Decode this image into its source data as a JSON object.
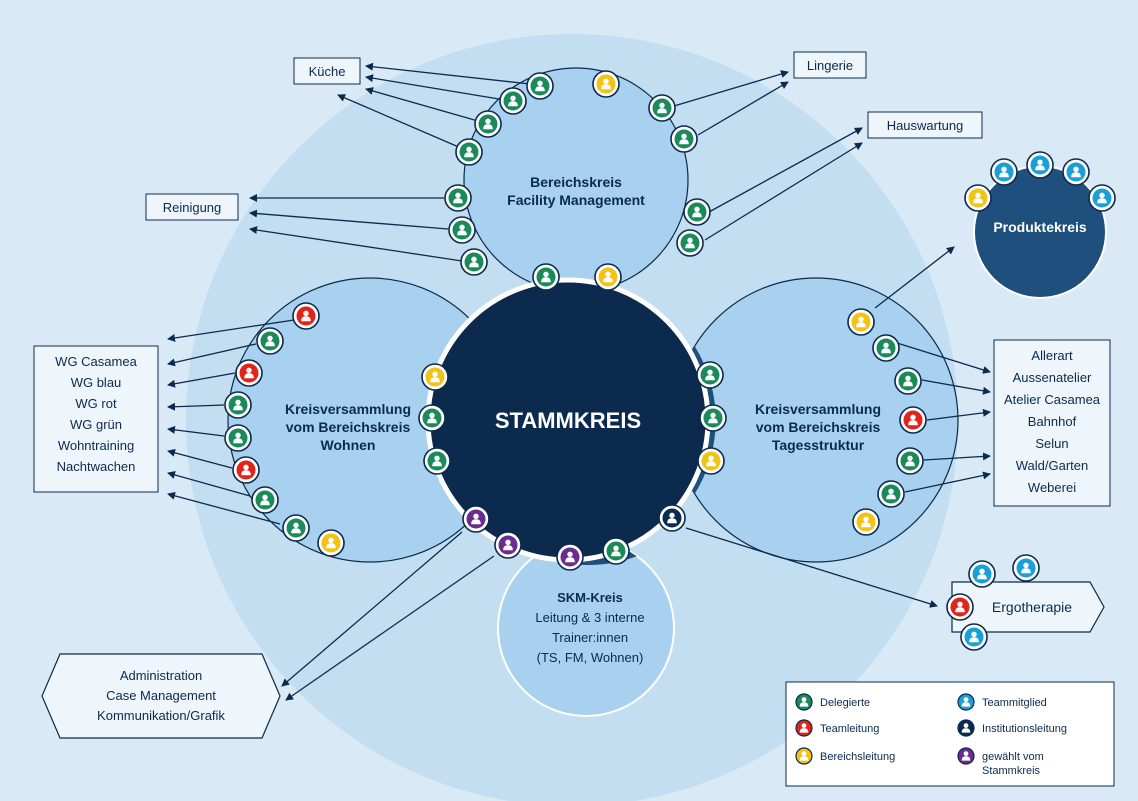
{
  "colors": {
    "page_bg": "#d9e9f5",
    "big_circle": "#c3ddf1",
    "sub_circle": "#a8d0ef",
    "stammkreis": "#0b2a4e",
    "overlap": "#1f4f7c",
    "produkt": "#1f4f7c",
    "line": "#0b2a4e",
    "box_fill": "#eef5fb",
    "green": "#1a8a5a",
    "red": "#e2231a",
    "yellow": "#f2c317",
    "blue": "#1aa0d8",
    "navy": "#0b2a4e",
    "purple": "#6b2c8f"
  },
  "center": {
    "title": "STAMMKREIS"
  },
  "circles": {
    "facility": {
      "line1": "Bereichskreis",
      "line2": "Facility Management"
    },
    "wohnen": {
      "line1": "Kreisversammlung",
      "line2": "vom Bereichskreis",
      "line3": "Wohnen"
    },
    "tages": {
      "line1": "Kreisversammlung",
      "line2": "vom Bereichskreis",
      "line3": "Tagesstruktur"
    },
    "skm": {
      "line1": "SKM-Kreis",
      "line2": "Leitung & 3 interne",
      "line3": "Trainer:innen",
      "line4": "(TS, FM, Wohnen)"
    },
    "produkt": {
      "label": "Produktekreis"
    },
    "ergo": {
      "label": "Ergotherapie"
    }
  },
  "boxes": {
    "kueche": "Küche",
    "lingerie": "Lingerie",
    "hauswartung": "Hauswartung",
    "reinigung": "Reinigung",
    "wohnen_list": [
      "WG Casamea",
      "WG blau",
      "WG rot",
      "WG grün",
      "Wohntraining",
      "Nachtwachen"
    ],
    "tages_list": [
      "Allerart",
      "Aussenatelier",
      "Atelier Casamea",
      "Bahnhof",
      "Selun",
      "Wald/Garten",
      "Weberei"
    ],
    "admin_list": [
      "Administration",
      "Case Management",
      "Kommunikation/Grafik"
    ]
  },
  "legend": {
    "items": [
      {
        "label": "Delegierte",
        "color": "green"
      },
      {
        "label": "Teammitglied",
        "color": "blue"
      },
      {
        "label": "Teamleitung",
        "color": "red"
      },
      {
        "label": "Institutionsleitung",
        "color": "navy"
      },
      {
        "label": "Bereichsleitung",
        "color": "yellow"
      },
      {
        "label": "gewählt vom",
        "label2": "Stammkreis",
        "color": "purple"
      }
    ]
  }
}
